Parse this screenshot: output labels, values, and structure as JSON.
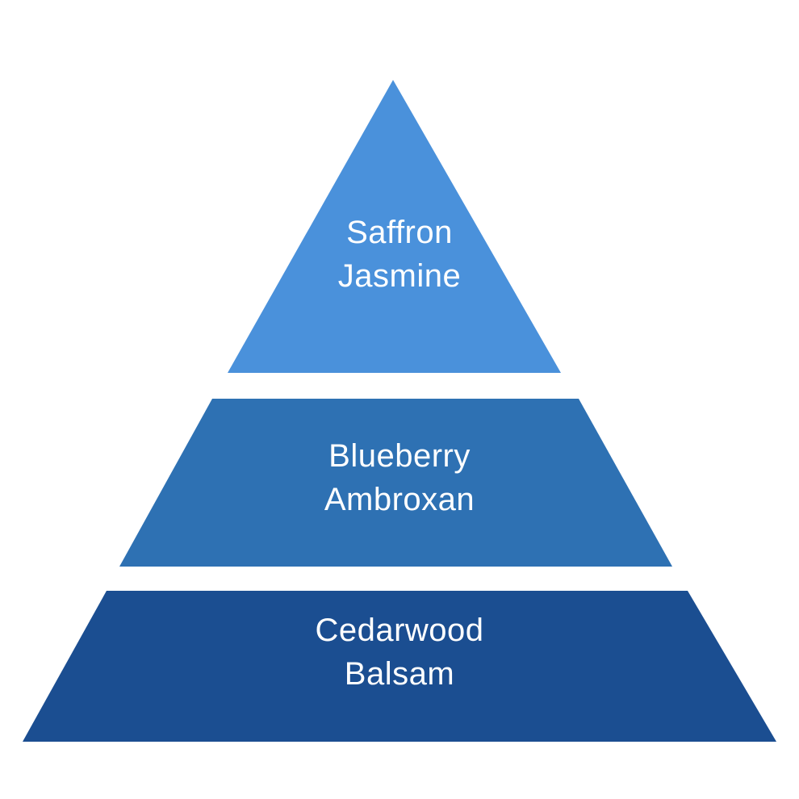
{
  "page": {
    "background_color": "#ffffff"
  },
  "pyramid": {
    "kind": "fragrance-notes-pyramid",
    "tiers": [
      {
        "position": "top",
        "lines": [
          "Saffron",
          "Jasmine"
        ],
        "color": "#4A91DB",
        "text_color": "#FFFFFF"
      },
      {
        "position": "middle",
        "lines": [
          "Blueberry",
          "Ambroxan"
        ],
        "color": "#2E71B3",
        "text_color": "#FFFFFF"
      },
      {
        "position": "bottom",
        "lines": [
          "Cedarwood",
          "Balsam"
        ],
        "color": "#1B4E91",
        "text_color": "#FFFFFF"
      }
    ]
  }
}
